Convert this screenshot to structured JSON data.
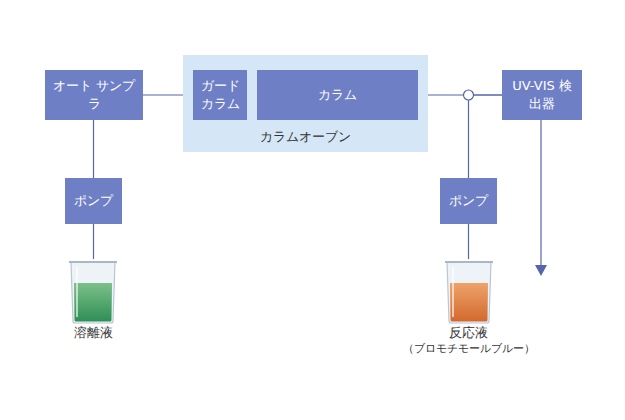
{
  "diagram": {
    "nodes": [
      {
        "text": [
          "オート サンプラ"
        ]
      },
      {
        "text": [
          "カラムオーブン"
        ]
      },
      {
        "text": [
          "ガード カラム"
        ],
        "in": 1
      },
      {
        "text": [
          "カラム"
        ],
        "in": 1
      },
      {
        "text": [
          "UV-VIS 検出器"
        ]
      },
      {
        "text": [
          "ポンプ"
        ]
      },
      {
        "text": [
          "ポンプ"
        ]
      },
      {
        "text": [
          "溶離液"
        ]
      },
      {
        "text": [
          "反応液",
          "（ブロモチモールブルー）"
        ]
      }
    ],
    "edges": [
      {
        "from": 7,
        "to": 5,
        "arrow": "none"
      },
      {
        "from": 5,
        "to": 0,
        "arrow": "none"
      },
      {
        "from": 0,
        "to": 2,
        "arrow": "none"
      },
      {
        "from": 3,
        "to": 4,
        "arrow": "none"
      },
      {
        "from": 8,
        "to": 6,
        "arrow": "none"
      },
      {
        "from": 6,
        "to": 4,
        "arrow": "none"
      }
    ]
  }
}
